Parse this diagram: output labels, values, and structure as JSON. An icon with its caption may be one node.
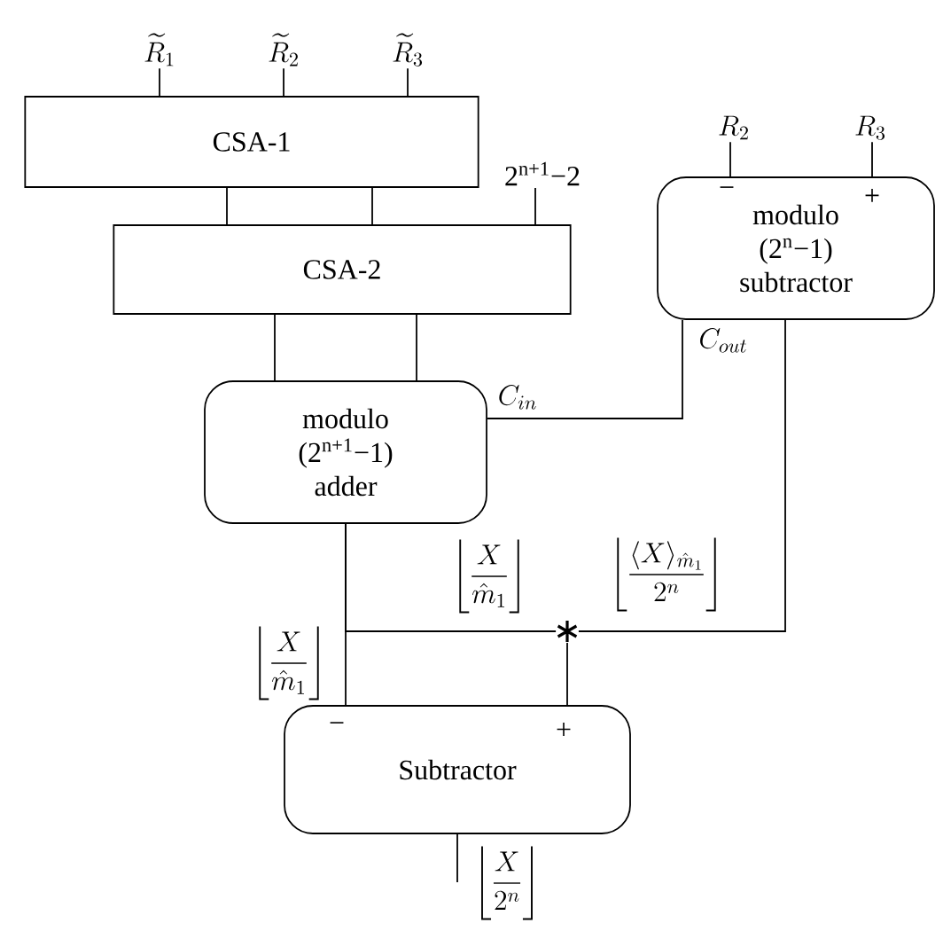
{
  "diagram": {
    "nodes": [
      {
        "text": [
          "\\widetilde{R}_1"
        ]
      },
      {
        "text": [
          "\\widetilde{R}_2"
        ]
      },
      {
        "text": [
          "\\widetilde{R}_3"
        ]
      },
      {
        "text": [
          "CSA-1"
        ]
      },
      {
        "text": [
          "2$^{n+1}$−2"
        ]
      },
      {
        "text": [
          "R_2"
        ]
      },
      {
        "text": [
          "R_3"
        ]
      },
      {
        "text": [
          "−",
          "+",
          "modulo (2$^{n}$−1) subtractor"
        ],
        "beside": [
          "C_{out}"
        ]
      },
      {
        "text": [
          "CSA-2"
        ]
      },
      {
        "text": [
          "modulo (2$^{n+1}$−1) adder"
        ],
        "beside": [
          "C_{in}"
        ]
      },
      {
        "text": [],
        "shape": "asterisk"
      },
      {
        "text": [
          "−",
          "+",
          "Subtractor"
        ]
      }
    ],
    "edges": [
      {
        "from": 0,
        "to": 3,
        "arrow": "none"
      },
      {
        "from": 1,
        "to": 3,
        "arrow": "none"
      },
      {
        "from": 2,
        "to": 3,
        "arrow": "none"
      },
      {
        "from": 3,
        "to": 8,
        "arrow": "none"
      },
      {
        "from": 3,
        "to": 8,
        "arrow": "none"
      },
      {
        "from": 4,
        "to": 8,
        "arrow": "none"
      },
      {
        "from": 5,
        "to": 7,
        "arrow": "none"
      },
      {
        "from": 6,
        "to": 7,
        "arrow": "none"
      },
      {
        "from": 8,
        "to": 9,
        "arrow": "none"
      },
      {
        "from": 8,
        "to": 9,
        "arrow": "none"
      },
      {
        "from": 7,
        "to": 9,
        "arrow": "none"
      },
      {
        "from": 9,
        "to": 11,
        "arrow": "none",
        "label": "\\left\\lfloor\\frac{X}{\\hat{m}_1}\\right\\rfloor"
      },
      {
        "from": 9,
        "to": 10,
        "arrow": "none",
        "label": "\\left\\lfloor\\frac{X}{\\hat{m}_1}\\right\\rfloor"
      },
      {
        "from": 7,
        "to": 10,
        "arrow": "none",
        "label": "\\left\\lfloor\\frac{\\langle X\\rangle_{\\hat{m}_1}}{2^n}\\right\\rfloor"
      },
      {
        "from": 10,
        "to": 11,
        "arrow": "none"
      },
      {
        "from": 11,
        "to": null,
        "arrow": "none",
        "label": "\\left\\lfloor\\frac{X}{2^n}\\right\\rfloor"
      }
    ]
  }
}
